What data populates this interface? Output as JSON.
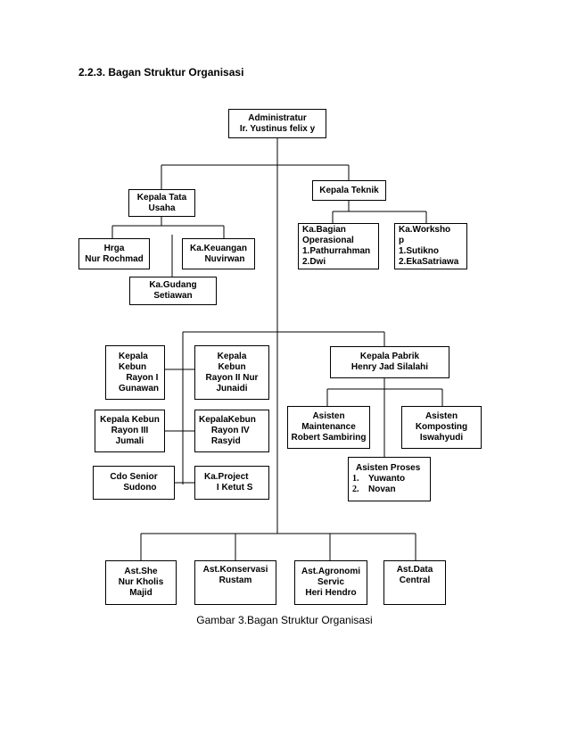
{
  "heading": "2.2.3.  Bagan Struktur Organisasi",
  "caption": "Gambar 3.Bagan Struktur Organisasi",
  "nodes": {
    "administratur": [
      "Administratur",
      "Ir. Yustinus felix y"
    ],
    "kepala_tata_usaha": [
      "Kepala Tata",
      "Usaha"
    ],
    "kepala_teknik": [
      "Kepala Teknik"
    ],
    "hrga": [
      "Hrga",
      "Nur Rochmad"
    ],
    "ka_keuangan": [
      "Ka.Keuangan",
      "     Nuvirwan"
    ],
    "ka_gudang": [
      "Ka.Gudang",
      "Setiawan"
    ],
    "ka_bagian_operasional": [
      "Ka.Bagian",
      "Operasional",
      "1.Pathurrahman",
      "2.Dwi"
    ],
    "ka_workshop": [
      "Ka.Worksho",
      "p",
      "1.Sutikno",
      "2.EkaSatriawa"
    ],
    "kepala_kebun_rayon_1": [
      "Kepala",
      "Kebun",
      "   Rayon I",
      "Gunawan"
    ],
    "kepala_kebun_rayon_2": [
      "Kepala",
      "Kebun",
      "Rayon II Nur",
      "Junaidi"
    ],
    "kepala_pabrik": [
      "Kepala Pabrik",
      "Henry Jad Silalahi"
    ],
    "kepala_kebun_rayon_3": [
      "Kepala Kebun",
      "Rayon III",
      "Jumali"
    ],
    "kepala_kebun_rayon_4": [
      "KepalaKebun",
      "     Rayon IV",
      "     Rasyid"
    ],
    "asisten_maintenance": [
      "Asisten",
      "Maintenance",
      "Robert Sambiring"
    ],
    "asisten_komposting": [
      "Asisten",
      "Komposting",
      "Iswahyudi"
    ],
    "cdo_senior": [
      "Cdo Senior",
      "     Sudono"
    ],
    "ka_project": [
      "Ka.Project",
      "     I Ketut S"
    ],
    "asisten_proses": [
      "Asisten Proses",
      "1.",
      "Yuwanto",
      "2.",
      "Novan"
    ],
    "ast_she": [
      "Ast.She",
      "Nur Kholis",
      "Majid"
    ],
    "ast_konservasi": [
      "Ast.Konservasi",
      "Rustam"
    ],
    "ast_agronomi": [
      "Ast.Agronomi",
      "Servic",
      "Heri Hendro"
    ],
    "ast_data": [
      "Ast.Data",
      "Central"
    ]
  }
}
